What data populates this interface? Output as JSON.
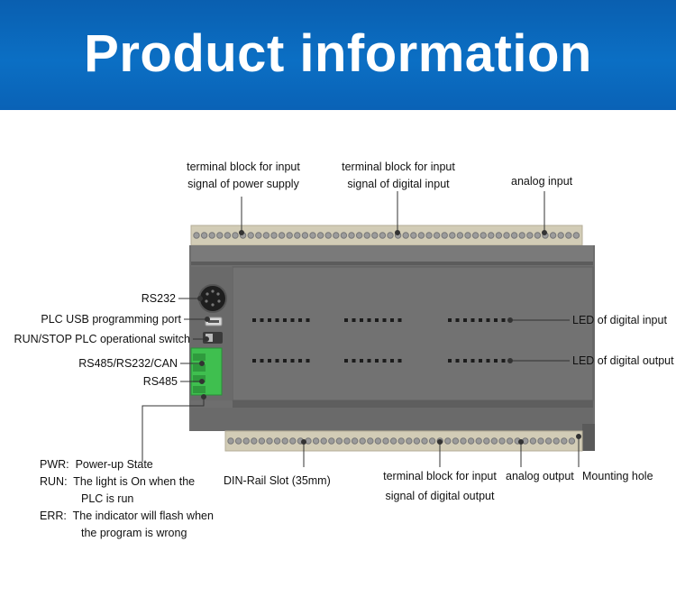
{
  "header": {
    "title": "Product information"
  },
  "colors": {
    "header_blue": "#0b6fc4",
    "plc_body": "#6d6d6d",
    "terminal_green": "#3fbf4f",
    "terminal_beige": "#cfc8b0"
  },
  "labels": {
    "terminal_power": [
      "terminal block for input",
      "signal of power supply"
    ],
    "terminal_digital_input": [
      "terminal block for input",
      "signal of digital input"
    ],
    "analog_input": "analog input",
    "rs232": "RS232",
    "usb_port": "PLC USB programming port",
    "run_stop": "RUN/STOP PLC operational switch",
    "rs485_combo": "RS485/RS232/CAN",
    "rs485": "RS485",
    "led_input": "LED of digital input",
    "led_output": "LED of digital output",
    "din_rail": "DIN-Rail Slot (35mm)",
    "terminal_digital_output": [
      "terminal block for input",
      "signal of digital output"
    ],
    "analog_output": "analog output",
    "mounting_hole": "Mounting hole"
  },
  "status_legend": [
    {
      "key": "PWR:",
      "text": [
        "Power-up State"
      ]
    },
    {
      "key": "RUN:",
      "text": [
        "The light is On when the",
        "PLC is run"
      ]
    },
    {
      "key": "ERR:",
      "text": [
        "The indicator will flash when",
        "the program is wrong"
      ]
    }
  ]
}
